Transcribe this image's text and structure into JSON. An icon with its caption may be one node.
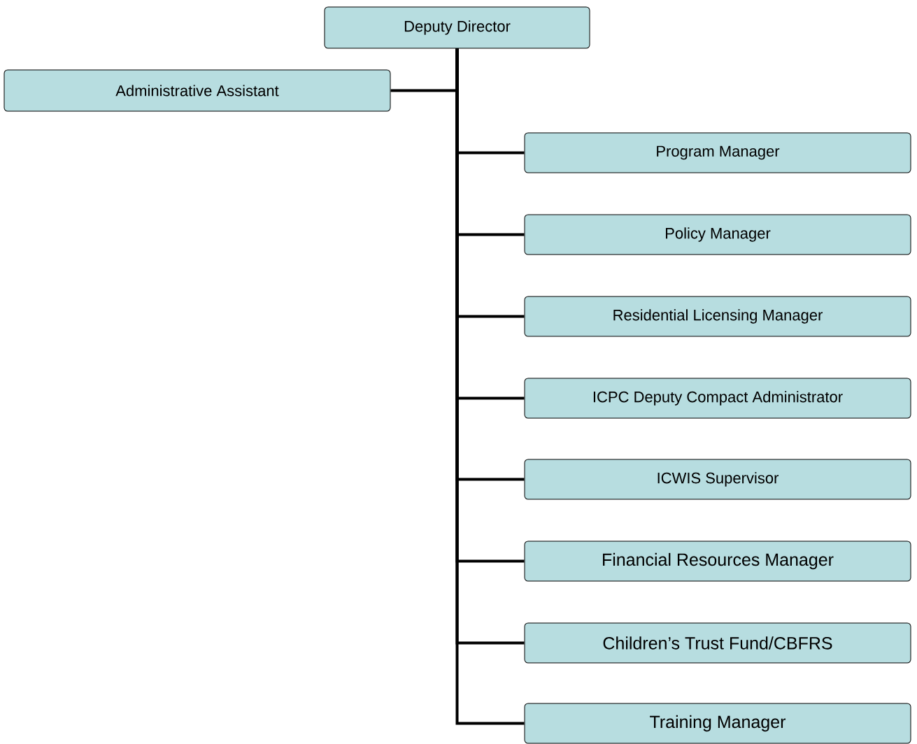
{
  "diagram": {
    "nodes": [
      {
        "text": [
          "Deputy Director"
        ]
      },
      {
        "text": [
          "Administrative Assistant"
        ]
      },
      {
        "text": [
          "Program Manager"
        ]
      },
      {
        "text": [
          "Policy Manager"
        ]
      },
      {
        "text": [
          "Residential Licensing Manager"
        ]
      },
      {
        "text": [
          "ICPC Deputy Compact Administrator"
        ]
      },
      {
        "text": [
          "ICWIS Supervisor"
        ]
      },
      {
        "text": [
          "Financial Resources Manager"
        ]
      },
      {
        "text": [
          "Children’s Trust Fund/CBFRS"
        ]
      },
      {
        "text": [
          "Training Manager"
        ]
      }
    ],
    "edges": [
      {
        "from": 0,
        "to": 1,
        "arrow": "none"
      },
      {
        "from": 0,
        "to": 2,
        "arrow": "none"
      },
      {
        "from": 0,
        "to": 3,
        "arrow": "none"
      },
      {
        "from": 0,
        "to": 4,
        "arrow": "none"
      },
      {
        "from": 0,
        "to": 5,
        "arrow": "none"
      },
      {
        "from": 0,
        "to": 6,
        "arrow": "none"
      },
      {
        "from": 0,
        "to": 7,
        "arrow": "none"
      },
      {
        "from": 0,
        "to": 8,
        "arrow": "none"
      },
      {
        "from": 0,
        "to": 9,
        "arrow": "none"
      }
    ]
  }
}
